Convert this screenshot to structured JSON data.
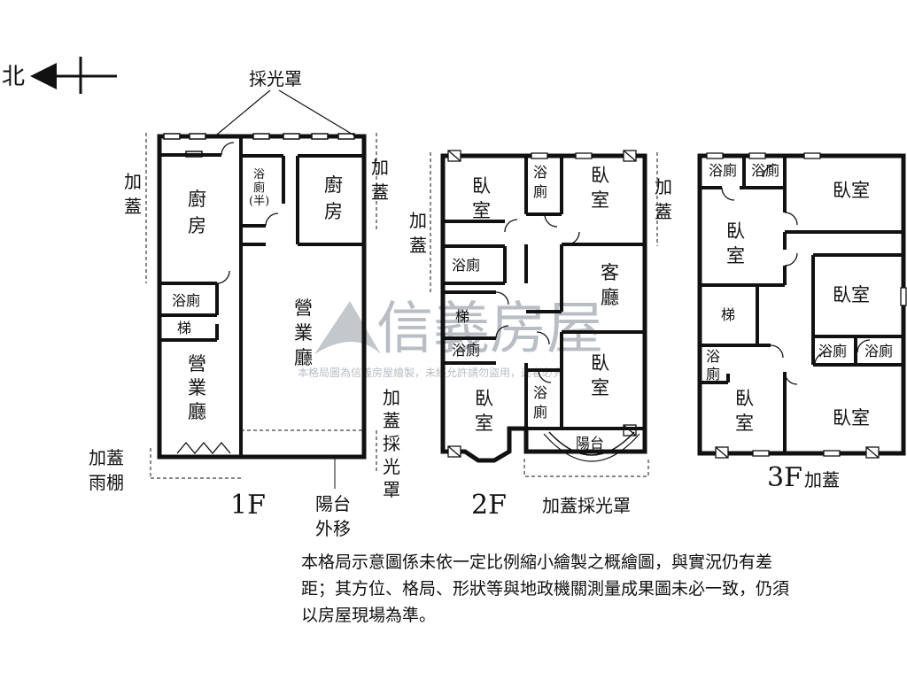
{
  "compass": {
    "north": "北"
  },
  "watermark": {
    "brand": "信義房屋",
    "notice": "本格局圖為信義房屋繪製，未經允許請勿盜用，違者必究"
  },
  "floor1": {
    "label": "1F",
    "skylight": "採光罩",
    "addition_left": "加蓋",
    "addition_right": "加蓋",
    "rooms": {
      "kitchen_left": "廚房",
      "kitchen_right": "廚房",
      "half_bath": "浴廁(半)",
      "bath": "浴廁",
      "stairs": "梯",
      "hall_left": "營業廳",
      "hall_right": "營業廳"
    },
    "addition_canopy": "加蓋雨棚",
    "balcony_moved": "陽台外移",
    "addition_skylight": "加蓋採光罩"
  },
  "floor2": {
    "label": "2F",
    "addition_left": "加蓋",
    "addition_right": "加蓋",
    "rooms": {
      "bedroom_tl": "臥室",
      "bath_top": "浴廁",
      "bedroom_tr": "臥室",
      "bath_mid": "浴廁",
      "living": "客廳",
      "stairs": "梯",
      "bath_lower": "浴廁",
      "bedroom_bl": "臥室",
      "bath_br": "浴廁",
      "bedroom_br": "臥室",
      "balcony": "陽台"
    },
    "addition_skylight": "加蓋採光罩"
  },
  "floor3": {
    "label": "3F",
    "addition": "加蓋",
    "rooms": {
      "bath_tl": "浴廁",
      "bath_tm": "浴廁",
      "bedroom_tr": "臥室",
      "bedroom_l": "臥室",
      "bedroom_mr": "臥室",
      "stairs": "梯",
      "bath_bl": "浴廁",
      "bath_c1": "浴廁",
      "bath_c2": "浴廁",
      "bedroom_bl": "臥室",
      "bedroom_br": "臥室"
    }
  },
  "disclaimer": "本格局示意圖係未依一定比例縮小繪製之概繪圖，與實況仍有差距；其方位、格局、形狀等與地政機關測量成果圖未必一致，仍須以房屋現場為準。"
}
